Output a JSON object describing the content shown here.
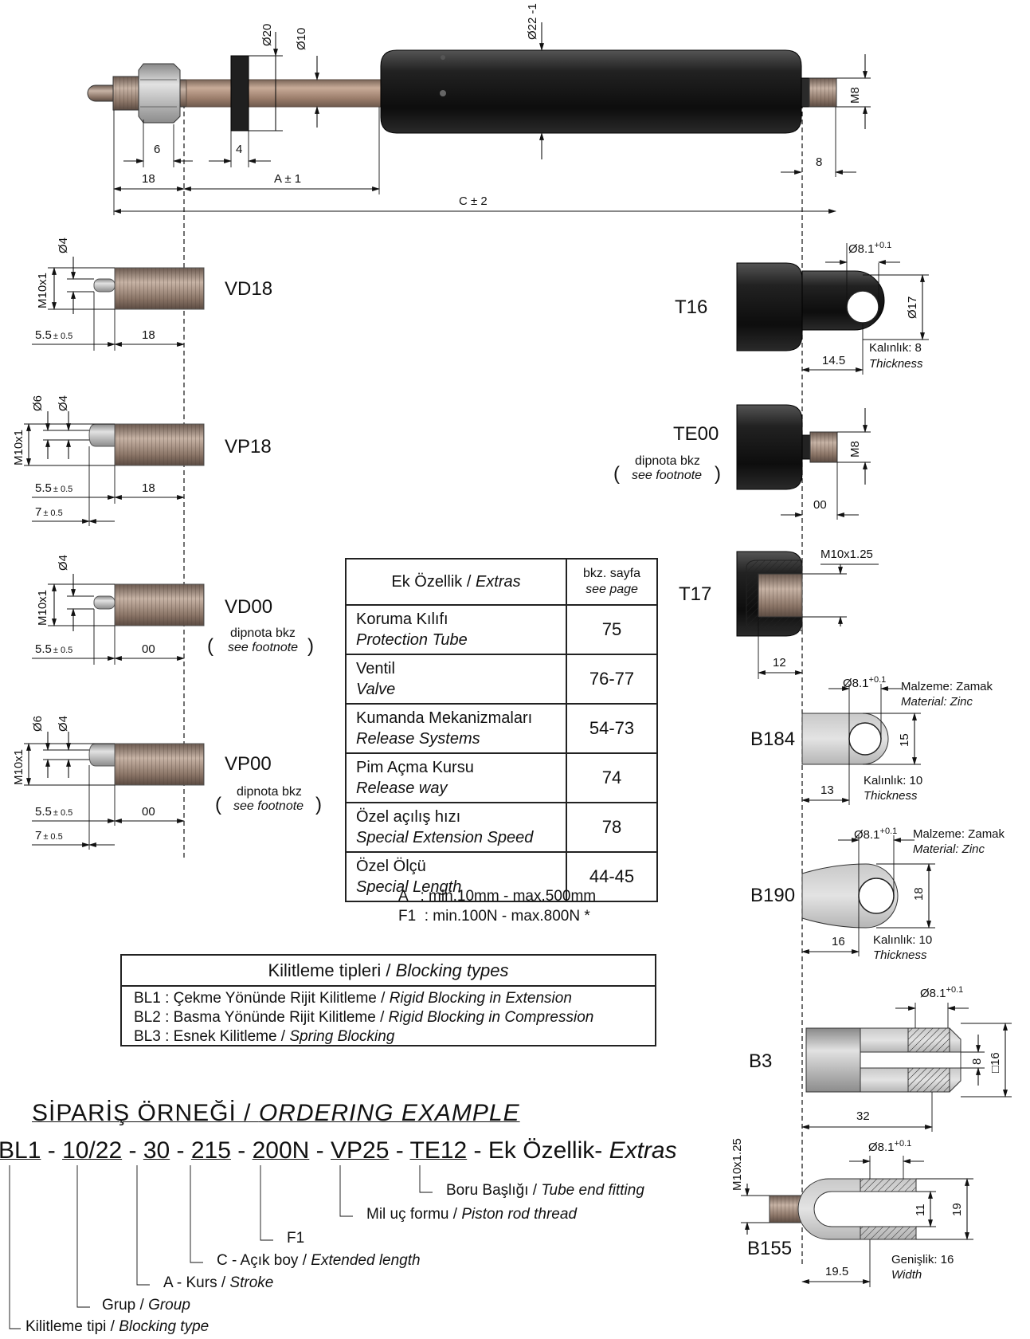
{
  "top": {
    "dims": {
      "d20": "Ø20",
      "d10": "Ø10",
      "d22": "Ø22 -1",
      "m8": "M8",
      "six": "6",
      "four": "4",
      "eight": "8",
      "eighteen": "18",
      "a_tol": "A ± 1",
      "c_tol": "C ± 2"
    }
  },
  "rod_ends": {
    "vd18": {
      "label": "VD18",
      "thread": "M10x1",
      "pin": "Ø4",
      "len": "5.5",
      "tol": "± 0.5",
      "body": "18"
    },
    "vp18": {
      "label": "VP18",
      "thread": "M10x1",
      "pin6": "Ø6",
      "pin4": "Ø4",
      "len": "5.5",
      "tol": "± 0.5",
      "len2": "7",
      "body": "18"
    },
    "vd00": {
      "label": "VD00",
      "thread": "M10x1",
      "pin": "Ø4",
      "len": "5.5",
      "tol": "± 0.5",
      "body": "00",
      "note1": "dipnota bkz",
      "note2": "see footnote"
    },
    "vp00": {
      "label": "VP00",
      "thread": "M10x1",
      "pin6": "Ø6",
      "pin4": "Ø4",
      "len": "5.5",
      "tol": "± 0.5",
      "len2": "7",
      "body": "00",
      "note1": "dipnota bkz",
      "note2": "see footnote"
    }
  },
  "tube_ends": {
    "t16": {
      "label": "T16",
      "hole": "Ø8.1",
      "hole_tol": "+0.1",
      "height": "Ø17",
      "len": "14.5",
      "thick1": "Kalınlık: 8",
      "thick2": "Thickness"
    },
    "te00": {
      "label": "TE00",
      "thread": "M8",
      "len": "00",
      "note1": "dipnota bkz",
      "note2": "see footnote"
    },
    "t17": {
      "label": "T17",
      "thread": "M10x1.25",
      "len": "12"
    },
    "b184": {
      "label": "B184",
      "hole": "Ø8.1",
      "hole_tol": "+0.1",
      "h": "15",
      "len": "13",
      "mat1": "Malzeme: Zamak",
      "mat2": "Material: Zinc",
      "thick1": "Kalınlık: 10",
      "thick2": "Thickness"
    },
    "b190": {
      "label": "B190",
      "hole": "Ø8.1",
      "hole_tol": "+0.1",
      "h": "18",
      "len": "16",
      "mat1": "Malzeme: Zamak",
      "mat2": "Material: Zinc",
      "thick1": "Kalınlık: 10",
      "thick2": "Thickness"
    },
    "b3": {
      "label": "B3",
      "hole": "Ø8.1",
      "hole_tol": "+0.1",
      "slot": "8",
      "square": "□16",
      "len": "32"
    },
    "b155": {
      "label": "B155",
      "thread": "M10x1.25",
      "hole": "Ø8.1",
      "hole_tol": "+0.1",
      "inner": "11",
      "outer": "19",
      "len": "19.5",
      "width1": "Genişlik: 16",
      "width2": "Width"
    }
  },
  "extras": {
    "header": {
      "name_tr": "Ek Özellik / ",
      "name_en": "Extras",
      "page_tr": "bkz. sayfa",
      "page_en": "see page"
    },
    "rows": [
      {
        "tr": "Koruma Kılıfı",
        "en": "Protection Tube",
        "page": "75"
      },
      {
        "tr": "Ventil",
        "en": "Valve",
        "page": "76-77"
      },
      {
        "tr": "Kumanda Mekanizmaları",
        "en": "Release Systems",
        "page": "54-73"
      },
      {
        "tr": "Pim Açma Kursu",
        "en": "Release way",
        "page": "74"
      },
      {
        "tr": "Özel açılış hızı",
        "en": "Special Extension Speed",
        "page": "78"
      },
      {
        "tr": "Özel Ölçü",
        "en": "Special Length",
        "page": "44-45"
      }
    ]
  },
  "ranges": {
    "a": "A   : min.10mm - max.500mm",
    "f1": "F1  : min.100N - max.800N *"
  },
  "blocking": {
    "title_tr": "Kilitleme tipleri / ",
    "title_en": "Blocking types",
    "rows": [
      {
        "tr": "BL1 : Çekme Yönünde Rijit Kilitleme / ",
        "en": "Rigid Blocking in Extension"
      },
      {
        "tr": "BL2 : Basma Yönünde Rijit Kilitleme / ",
        "en": "Rigid Blocking in Compression"
      },
      {
        "tr": "BL3 : Esnek Kilitleme / ",
        "en": "Spring Blocking"
      }
    ]
  },
  "ordering": {
    "title_tr": "SİPARİŞ ÖRNEĞİ / ",
    "title_en": "ORDERING  EXAMPLE",
    "code": {
      "bl": "BL1",
      "group": "10/22",
      "stroke": "30",
      "length": "215",
      "force": "200N",
      "rod": "VP25",
      "tube": "TE12",
      "sep": " - ",
      "extras_tr": "Ek Özellik- ",
      "extras_en": "Extras"
    },
    "legend": [
      {
        "tr": "Boru Başlığı / ",
        "en": "Tube end fitting"
      },
      {
        "tr": "Mil uç formu / ",
        "en": "Piston rod thread"
      },
      {
        "tr": "F1",
        "en": ""
      },
      {
        "tr": "C - Açık boy / ",
        "en": "Extended length"
      },
      {
        "tr": "A - Kurs / ",
        "en": "Stroke"
      },
      {
        "tr": "Grup / ",
        "en": "Group"
      },
      {
        "tr": "Kilitleme tipi / ",
        "en": "Blocking type"
      }
    ]
  },
  "colors": {
    "tube": "#1c1c1c",
    "rod": "#a08270",
    "thread": "#8a7060",
    "steel": "#b8b8b8",
    "zinc": "#d4d4d4"
  }
}
